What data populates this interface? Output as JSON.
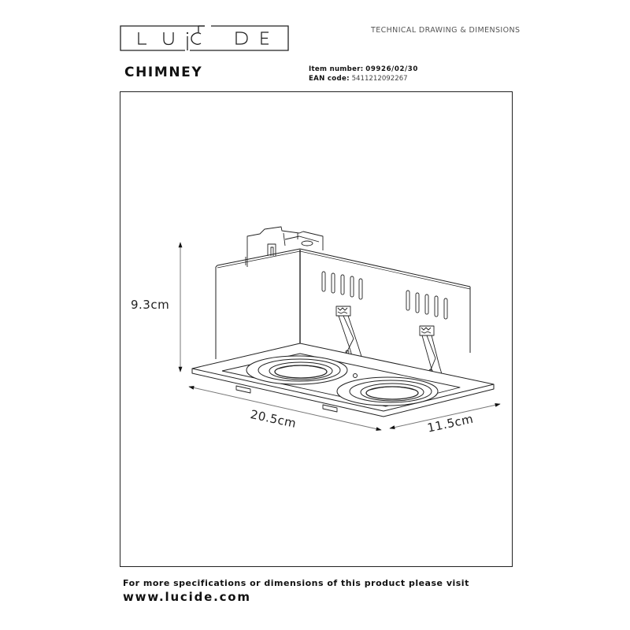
{
  "header": {
    "brand_logo": "LUCIDE",
    "logo_letters": [
      "L",
      "U",
      "C",
      "i",
      "D",
      "E"
    ],
    "document_type": "TECHNICAL DRAWING & DIMENSIONS",
    "product_name": "CHIMNEY",
    "item_number_label": "Item number:",
    "item_number": "09926/02/30",
    "ean_label": "EAN code:",
    "ean_code": "5411212092267"
  },
  "drawing": {
    "subject": "Recessed double spotlight with chimney box (line drawing)",
    "dimensions": {
      "height": "9.3cm",
      "length": "20.5cm",
      "width": "11.5cm"
    },
    "colors": {
      "line": "#222222",
      "dimension_line": "#777777",
      "frame": "#222222"
    }
  },
  "footer": {
    "note": "For more specifications or dimensions of this product please visit",
    "url": "www.lucide.com"
  }
}
